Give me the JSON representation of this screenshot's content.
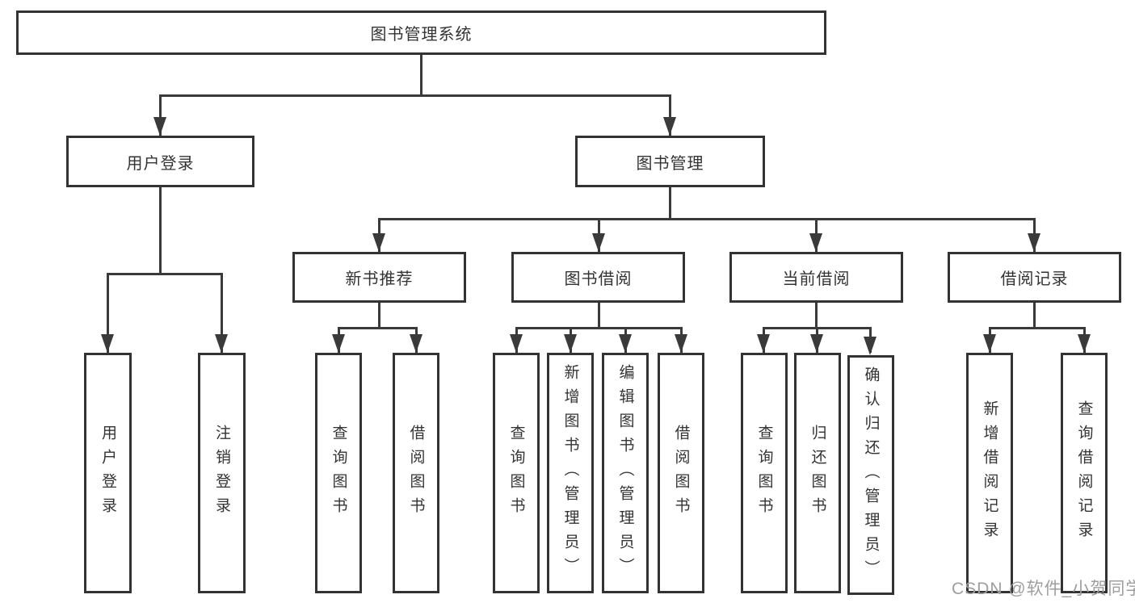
{
  "diagram": {
    "root": {
      "label": "图书管理系统"
    },
    "level2": {
      "user_login": "用户登录",
      "book_management": "图书管理"
    },
    "level3": {
      "new_book": "新书推荐",
      "book_borrow": "图书借阅",
      "current_borrow": "当前借阅",
      "borrow_records": "借阅记录"
    },
    "leaves": {
      "user_login": "用户登录",
      "logout": "注销登录",
      "nb_query": "查询图书",
      "nb_borrow": "借阅图书",
      "bb_query": "查询图书",
      "bb_add": "新增图书（管理员）",
      "bb_edit": "编辑图书（管理员）",
      "bb_borrow": "借阅图书",
      "cb_query": "查询图书",
      "cb_return": "归还图书",
      "cb_confirm": "确认归还（管理员）",
      "br_add": "新增借阅记录",
      "br_query": "查询借阅记录"
    }
  },
  "watermark": "CSDN @软件_小贺同学",
  "colors": {
    "background": "#ffffff",
    "box_border": "#333333",
    "connector_line": "#3a3a3a",
    "text": "#333333",
    "watermark": "#9e9e9e"
  }
}
